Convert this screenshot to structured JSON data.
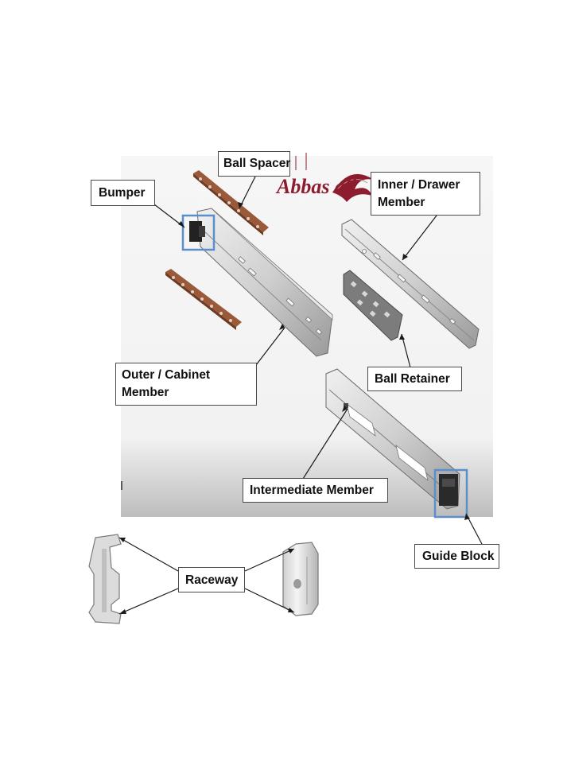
{
  "labels": {
    "ball_spacer": "Ball Spacer",
    "bumper": "Bumper",
    "inner_drawer_member": "Inner / Drawer\nMember",
    "outer_cabinet_member": "Outer / Cabinet\nMember",
    "ball_retainer": "Ball Retainer",
    "intermediate_member": "Intermediate Member",
    "guide_block": "Guide Block",
    "raceway": "Raceway"
  },
  "logo": {
    "text": "Abbas ali"
  },
  "colors": {
    "highlight_box": "#5b8fc9",
    "spacer_brown": "#9a5a3a",
    "logo_maroon": "#8c1c2e",
    "metal_light": "#d9d9d9",
    "metal_dark": "#8a8a8a"
  }
}
